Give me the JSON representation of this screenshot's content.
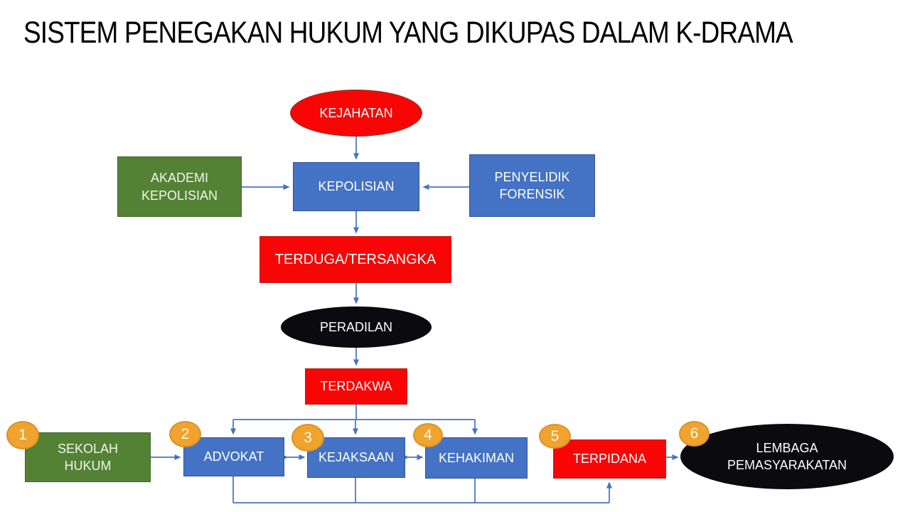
{
  "title": "SISTEM PENEGAKAN HUKUM YANG DIKUPAS DALAM K-DRAMA",
  "nodes": {
    "kejahatan": {
      "label": "KEJAHATAN",
      "shape": "ellipse",
      "color": "red"
    },
    "akademi": {
      "label": "AKADEMI\nKEPOLISIAN",
      "shape": "rect",
      "color": "green"
    },
    "kepolisian": {
      "label": "KEPOLISIAN",
      "shape": "rect",
      "color": "blue"
    },
    "forensik": {
      "label": "PENYELIDIK\nFORENSIK",
      "shape": "rect",
      "color": "blue"
    },
    "terduga": {
      "label": "TERDUGA/TERSANGKA",
      "shape": "rect",
      "color": "red"
    },
    "peradilan": {
      "label": "PERADILAN",
      "shape": "ellipse",
      "color": "black"
    },
    "terdakwa": {
      "label": "TERDAKWA",
      "shape": "rect",
      "color": "red"
    },
    "sekolah": {
      "label": "SEKOLAH\nHUKUM",
      "shape": "rect",
      "color": "green"
    },
    "advokat": {
      "label": "ADVOKAT",
      "shape": "rect",
      "color": "blue"
    },
    "kejaksaan": {
      "label": "KEJAKSAAN",
      "shape": "rect",
      "color": "blue"
    },
    "kehakiman": {
      "label": "KEHAKIMAN",
      "shape": "rect",
      "color": "blue"
    },
    "terpidana": {
      "label": "TERPIDANA",
      "shape": "rect",
      "color": "red"
    },
    "lembaga": {
      "label": "LEMBAGA\nPEMASYARAKATAN",
      "shape": "ellipse",
      "color": "black"
    }
  },
  "badges": [
    "1",
    "2",
    "3",
    "4",
    "5",
    "6"
  ],
  "colors": {
    "blue-fill": "#4472C4",
    "blue-border": "#31538F",
    "green-fill": "#548235",
    "green-border": "#40632A",
    "red-fill": "#FA0505",
    "red-border": "#B82318",
    "black-fill": "#0B0B0F",
    "badge-fill": "#F0A32D",
    "badge-border": "#DB9227",
    "connector": "#4472C4"
  }
}
